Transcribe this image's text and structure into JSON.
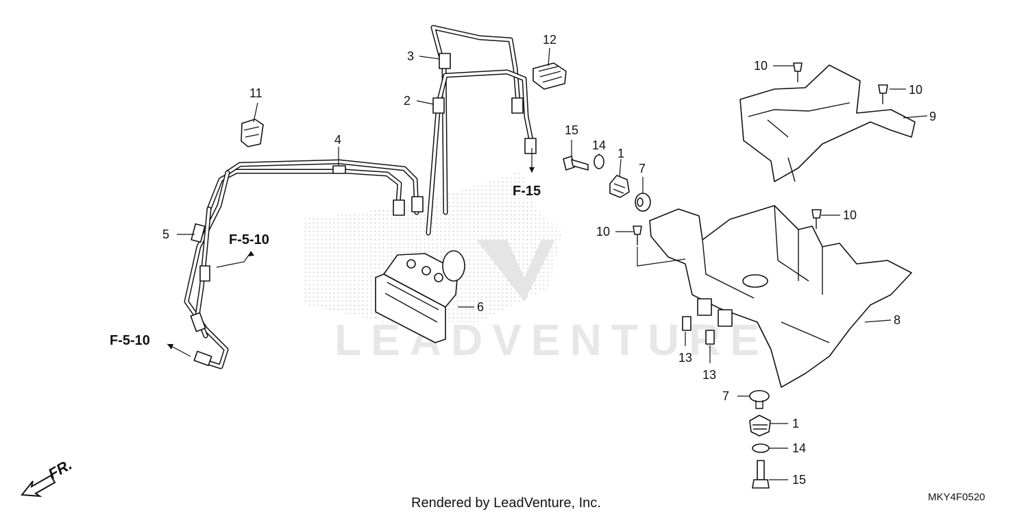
{
  "callouts": {
    "c1a": "1",
    "c1b": "1",
    "c2": "2",
    "c3": "3",
    "c4": "4",
    "c5": "5",
    "c6": "6",
    "c7a": "7",
    "c7b": "7",
    "c8": "8",
    "c9": "9",
    "c10a": "10",
    "c10b": "10",
    "c10c": "10",
    "c10d": "10",
    "c11": "11",
    "c12": "12",
    "c13a": "13",
    "c13b": "13",
    "c14a": "14",
    "c14b": "14",
    "c15a": "15",
    "c15b": "15"
  },
  "references": {
    "ref_f15": "F-15",
    "ref_f510_upper": "F-5-10",
    "ref_f510_lower": "F-5-10"
  },
  "direction_label": "FR.",
  "footer": {
    "rendered_by": "Rendered by LeadVenture, Inc.",
    "diagram_code": "MKY4F0520"
  },
  "watermark": "LEADVENTURE"
}
